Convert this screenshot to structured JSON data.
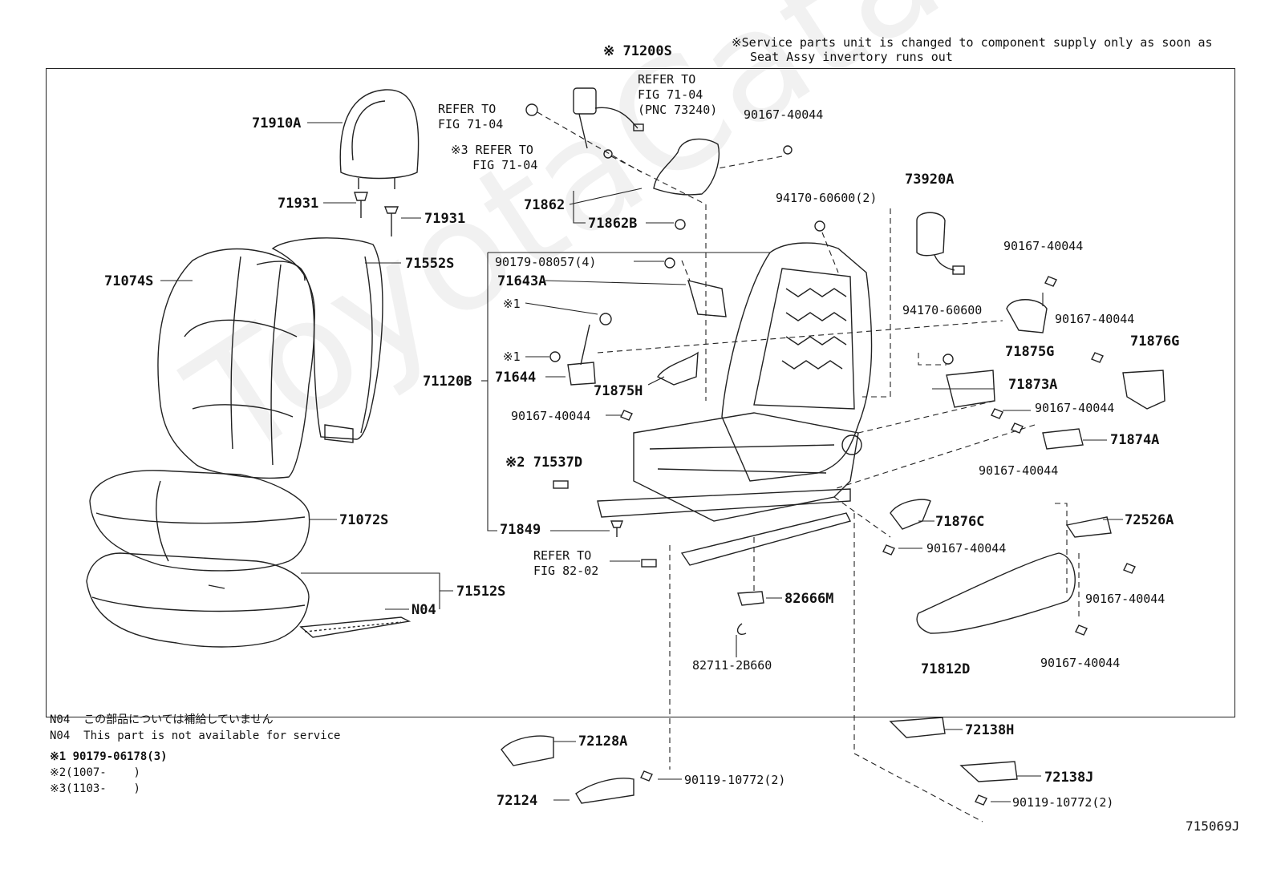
{
  "header_note": {
    "line1": "※Service parts unit is changed to component supply only as soon as",
    "line2": "Seat Assy invertory runs out"
  },
  "watermark": "ToyotaCatalog.ru",
  "parts": {
    "p71200S": "※ 71200S",
    "refer_fig71_04_pnc": "REFER TO\nFIG 71-04\n(PNC 73240)",
    "refer_fig71_04_a": "REFER TO\nFIG 71-04",
    "refer_fig71_04_b": "※3 REFER TO\n   FIG 71-04",
    "p90167_top": "90167-40044",
    "p71910A": "71910A",
    "p71931_a": "71931",
    "p71931_b": "71931",
    "p71552S": "71552S",
    "p71074S": "71074S",
    "p71862": "71862",
    "p71862B": "71862B",
    "p94170_2": "94170-60600(2)",
    "p73920A": "73920A",
    "p90179_4": "90179-08057(4)",
    "p71643A": "71643A",
    "star1_a": "※1",
    "star1_b": "※1",
    "p71644": "71644",
    "p71120B": "71120B",
    "p71875H": "71875H",
    "p90167_left": "90167-40044",
    "p90167_r1": "90167-40044",
    "p94170": "94170-60600",
    "p71875G": "71875G",
    "p90167_r2": "90167-40044",
    "p71876G": "71876G",
    "p71873A": "71873A",
    "p90167_r3": "90167-40044",
    "p71874A": "71874A",
    "p90167_r4": "90167-40044",
    "p71537D": "※2 71537D",
    "p71849": "71849",
    "p71876C": "71876C",
    "p90167_c": "90167-40044",
    "p72526A": "72526A",
    "p71072S": "71072S",
    "refer_fig82_02": "REFER TO\nFIG 82-02",
    "p90167_r5": "90167-40044",
    "p71512S": "71512S",
    "pN04": "N04",
    "p82666M": "82666M",
    "p82711": "82711-2B660",
    "p90167_r6": "90167-40044",
    "p71812D": "71812D",
    "p72128A": "72128A",
    "p72138H": "72138H",
    "p90119_a": "90119-10772(2)",
    "p72138J": "72138J",
    "p72124": "72124",
    "p90119_b": "90119-10772(2)"
  },
  "footnotes": {
    "n04_jp": "N04  この部品については補給していません",
    "n04_en": "N04  This part is not available for service",
    "star1": "※1 90179-06178(3)",
    "star2": "※2(1007-    )",
    "star3": "※3(1103-    )"
  },
  "figure_code": "715069J"
}
